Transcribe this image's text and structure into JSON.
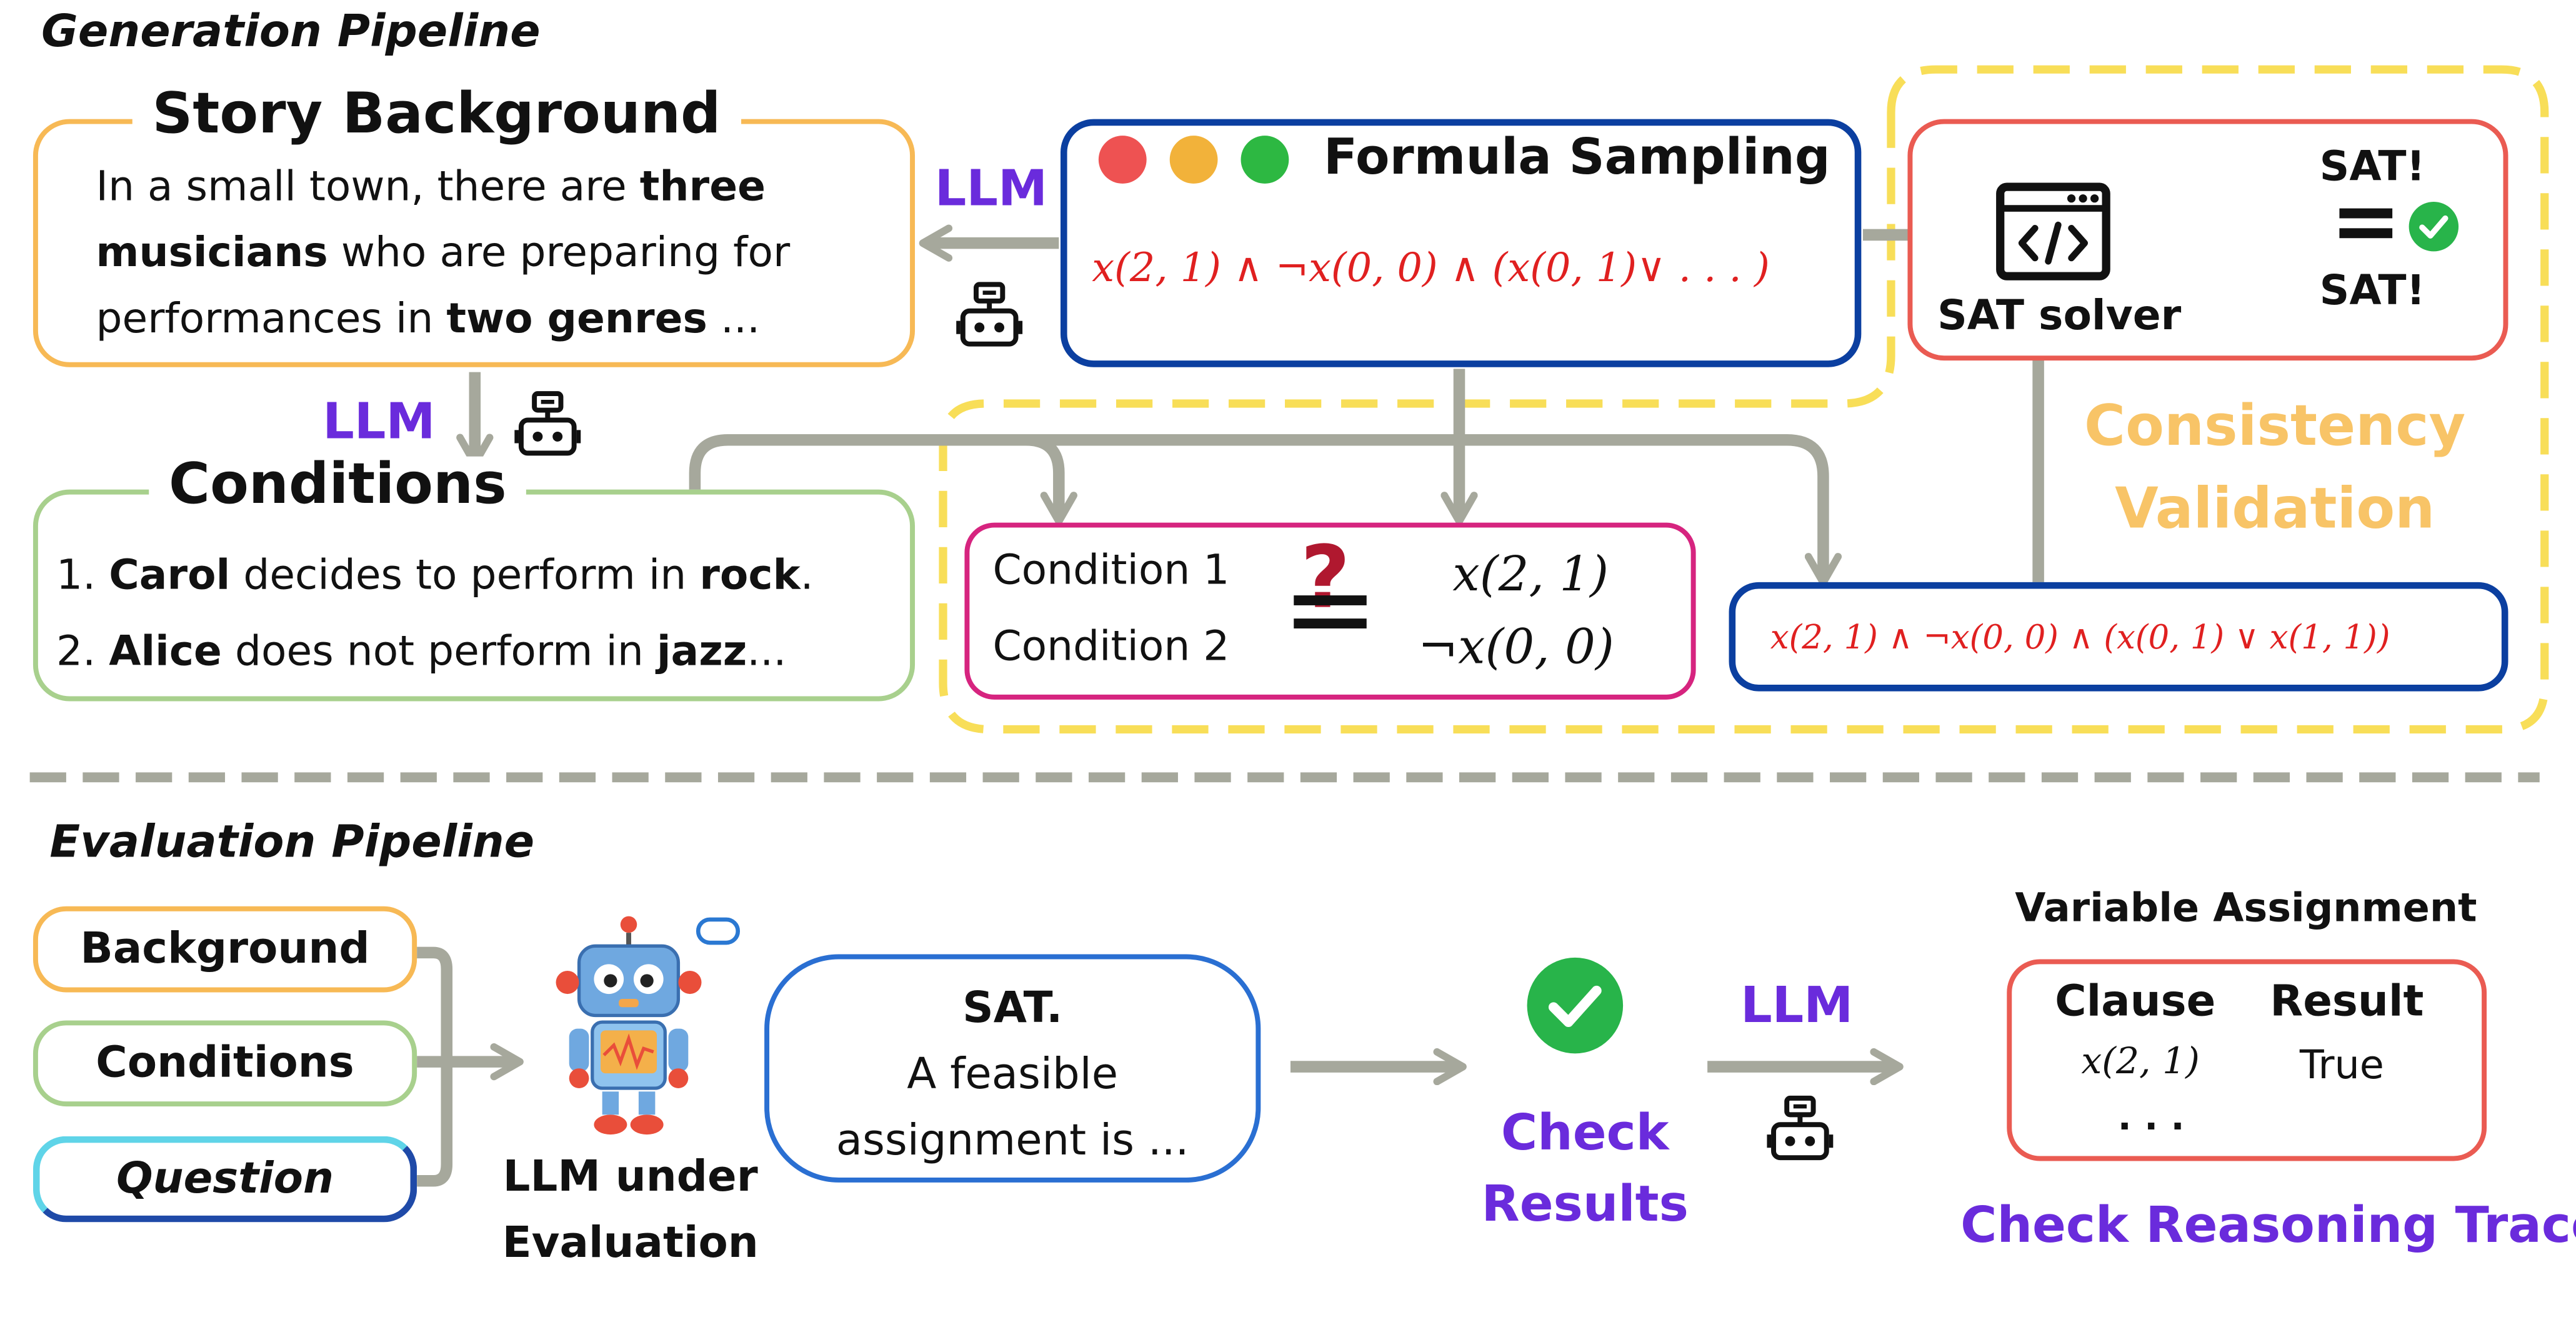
{
  "generation": {
    "title": "Generation Pipeline",
    "story": {
      "title": "Story Background",
      "line1_a": "In a small town, there are ",
      "line1_b": "three",
      "line2_a": "musicians",
      "line2_b": " who are preparing for",
      "line3_a": "performances in ",
      "line3_b": "two genres",
      "line3_c": " ..."
    },
    "llm_label_left": "LLM",
    "llm_label_down": "LLM",
    "conditions": {
      "title": "Conditions",
      "l1_num": "1. ",
      "l1_a": "Carol",
      "l1_b": " decides to perform in ",
      "l1_c": "rock",
      "l1_d": ".",
      "l2_num": "2. ",
      "l2_a": "Alice",
      "l2_b": " does not perform in ",
      "l2_c": "jazz",
      "l2_d": "..."
    },
    "formula": {
      "title": "Formula Sampling",
      "expr": "x(2, 1) ∧ ¬x(0, 0) ∧ (x(0, 1)∨ . . . )",
      "dot_colors": [
        "#ee5252",
        "#f2b23a",
        "#2db842"
      ]
    },
    "sat": {
      "solver_label": "SAT solver",
      "result_top": "SAT!",
      "result_bottom": "SAT!",
      "equals": "="
    },
    "consistency": {
      "line1": "Consistency",
      "line2": "Validation"
    },
    "compare": {
      "cond1": "Condition 1",
      "cond2": "Condition 2",
      "f1": "x(2, 1)",
      "f2": "¬x(0, 0)",
      "question_mark": "?"
    },
    "full_formula": "x(2, 1) ∧ ¬x(0, 0) ∧ (x(0, 1) ∨ x(1, 1))"
  },
  "evaluation": {
    "title": "Evaluation Pipeline",
    "inputs": [
      "Background",
      "Conditions",
      "Question"
    ],
    "robot_label1": "LLM under",
    "robot_label2": "Evaluation",
    "answer": {
      "l1": "SAT.",
      "l2": "A feasible",
      "l3": "assignment is ..."
    },
    "check_results1": "Check",
    "check_results2": "Results",
    "llm_label": "LLM",
    "variable_assignment": "Variable Assignment",
    "table": {
      "headers": [
        "Clause",
        "Result"
      ],
      "row_clause": "x(2, 1)",
      "row_result": "True",
      "ellipsis": ". . ."
    },
    "check_trace": "Check Reasoning Trace"
  },
  "colors": {
    "story_border": "#f7b955",
    "conditions_border": "#a8d08d",
    "formula_border": "#0b3fa0",
    "sat_border": "#ea5b52",
    "compare_border": "#d6247f",
    "yellow_dash": "#f8de58",
    "arrow_gray": "#a6a89c",
    "purple": "#6a2bdc",
    "orange_text": "#f8c467",
    "green_check": "#28b44a",
    "question_border_a": "#5fd4e8",
    "question_border_b": "#1f4aa8"
  }
}
